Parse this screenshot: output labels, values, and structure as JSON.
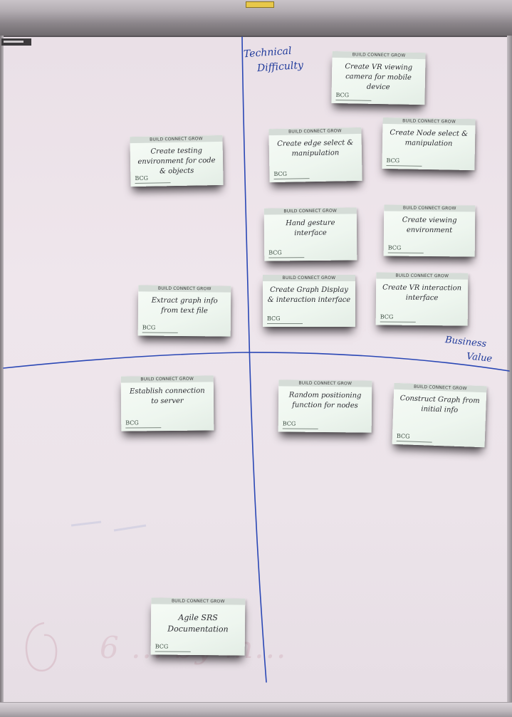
{
  "whiteboard": {
    "axis_labels": {
      "technical_difficulty": [
        "Technical",
        "Difficulty"
      ],
      "business_value": [
        "Business",
        "Value"
      ]
    },
    "faded_text": "6 ... by m..."
  },
  "note_brand": {
    "header": "BUILD CONNECT GROW",
    "logo": "BCG"
  },
  "notes": [
    {
      "text": "Create VR viewing camera for mobile device"
    },
    {
      "text": "Create edge select & manipulation"
    },
    {
      "text": "Create Node select & manipulation"
    },
    {
      "text": "Create testing environment for code & objects"
    },
    {
      "text": "Hand gesture interface"
    },
    {
      "text": "Create viewing environment"
    },
    {
      "text": "Extract graph info from text file"
    },
    {
      "text": "Create Graph Display & interaction interface"
    },
    {
      "text": "Create VR interaction interface"
    },
    {
      "text": "Establish connection to server"
    },
    {
      "text": "Random positioning function for nodes"
    },
    {
      "text": "Construct Graph from initial info"
    },
    {
      "text": "Agile SRS Documentation"
    }
  ],
  "colors": {
    "board": "#ece4ea",
    "marker": "#2a47b5",
    "note": "#eef6ef",
    "frame": "#8c868b"
  }
}
